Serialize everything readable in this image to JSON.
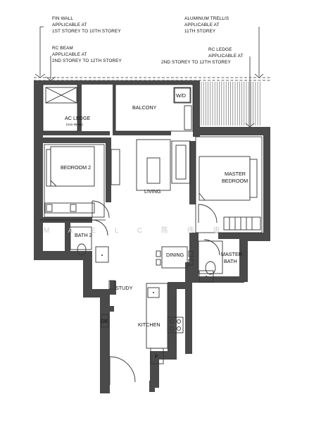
{
  "annotations": {
    "fin_wall": [
      "FIN WALL",
      "APPLICABLE AT",
      "1ST STOREY TO 10TH STOREY"
    ],
    "rc_beam": [
      "RC BEAM",
      "APPLICABLE AT",
      "2ND STOREY TO 12TH STOREY"
    ],
    "aluminum_trellis": [
      "ALUMINUM TRELLIS",
      "APPLICABLE AT",
      "11TH STOREY"
    ],
    "rc_ledge": [
      "RC LEDGE",
      "APPLICABLE AT",
      "2ND STOREY TO 12TH STOREY"
    ]
  },
  "rooms": {
    "ac_ledge": "AC LEDGE",
    "ac_ledge_note": "(non-strata)",
    "balcony": "BALCONY",
    "wd": "W/D",
    "bedroom2": "BEDROOM 2",
    "living": "LIVING",
    "master_bedroom": [
      "MASTER",
      "BEDROOM"
    ],
    "bath2": "BATH 2",
    "dining": "DINING",
    "master_bath": [
      "MASTER",
      "BATH"
    ],
    "study": "STUDY",
    "db": "DB",
    "kitchen": "KITCHEN",
    "fridge": "F"
  },
  "watermark": "M  A  E  L  C  陈  伟  忠"
}
